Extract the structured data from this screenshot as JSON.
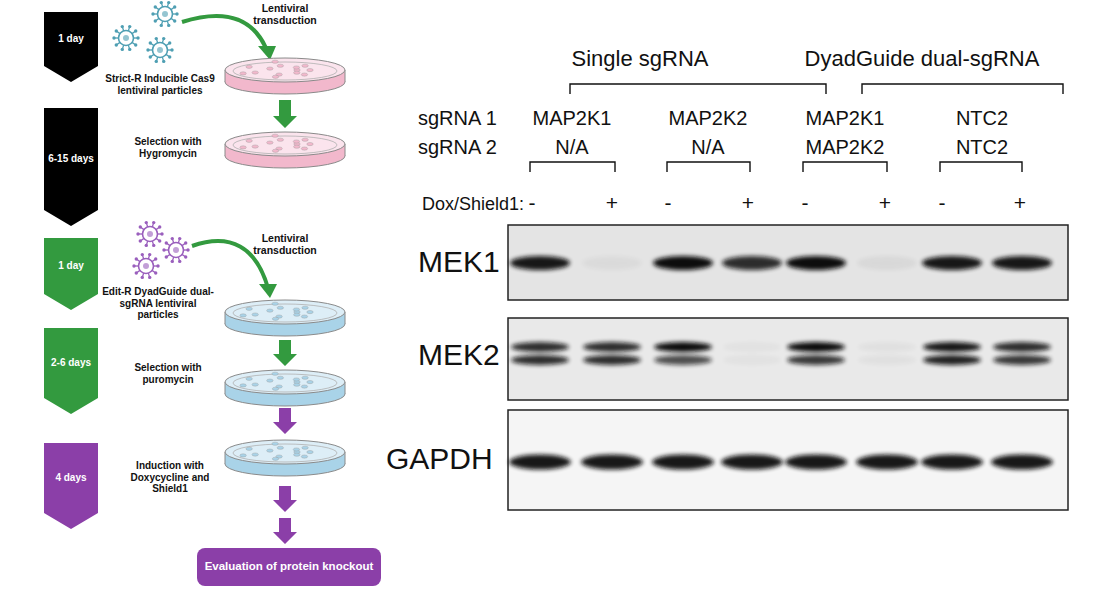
{
  "diagram": {
    "nodes": [
      {
        "text": [
          "1 day"
        ]
      },
      {
        "text": [
          "6-15 days"
        ]
      },
      {
        "text": [
          "1 day"
        ]
      },
      {
        "text": [
          "2-6 days"
        ]
      },
      {
        "text": [
          "4 days"
        ]
      },
      {
        "text": [
          "Evaluation of protein knockout"
        ]
      }
    ],
    "labels": [
      "Lentiviral transduction",
      "Strict-R Inducible Cas9 lentiviral particles",
      "Selection with Hygromycin",
      "Lentiviral transduction",
      "Edit-R DyadGuide dual-sgRNA lentiviral particles",
      "Selection with puromycin",
      "Induction with Doxycycline and Shield1",
      "Single sgRNA",
      "DyadGuide dual-sgRNA",
      "sgRNA 1",
      "sgRNA 2",
      "MAP2K1",
      "N/A",
      "MAP2K2",
      "N/A",
      "MAP2K1",
      "MAP2K2",
      "NTC2",
      "NTC2",
      "Dox/Shield1:",
      "-",
      "+",
      "-",
      "+",
      "-",
      "+",
      "-",
      "+",
      "MEK1",
      "MEK2",
      "GAPDH"
    ]
  }
}
